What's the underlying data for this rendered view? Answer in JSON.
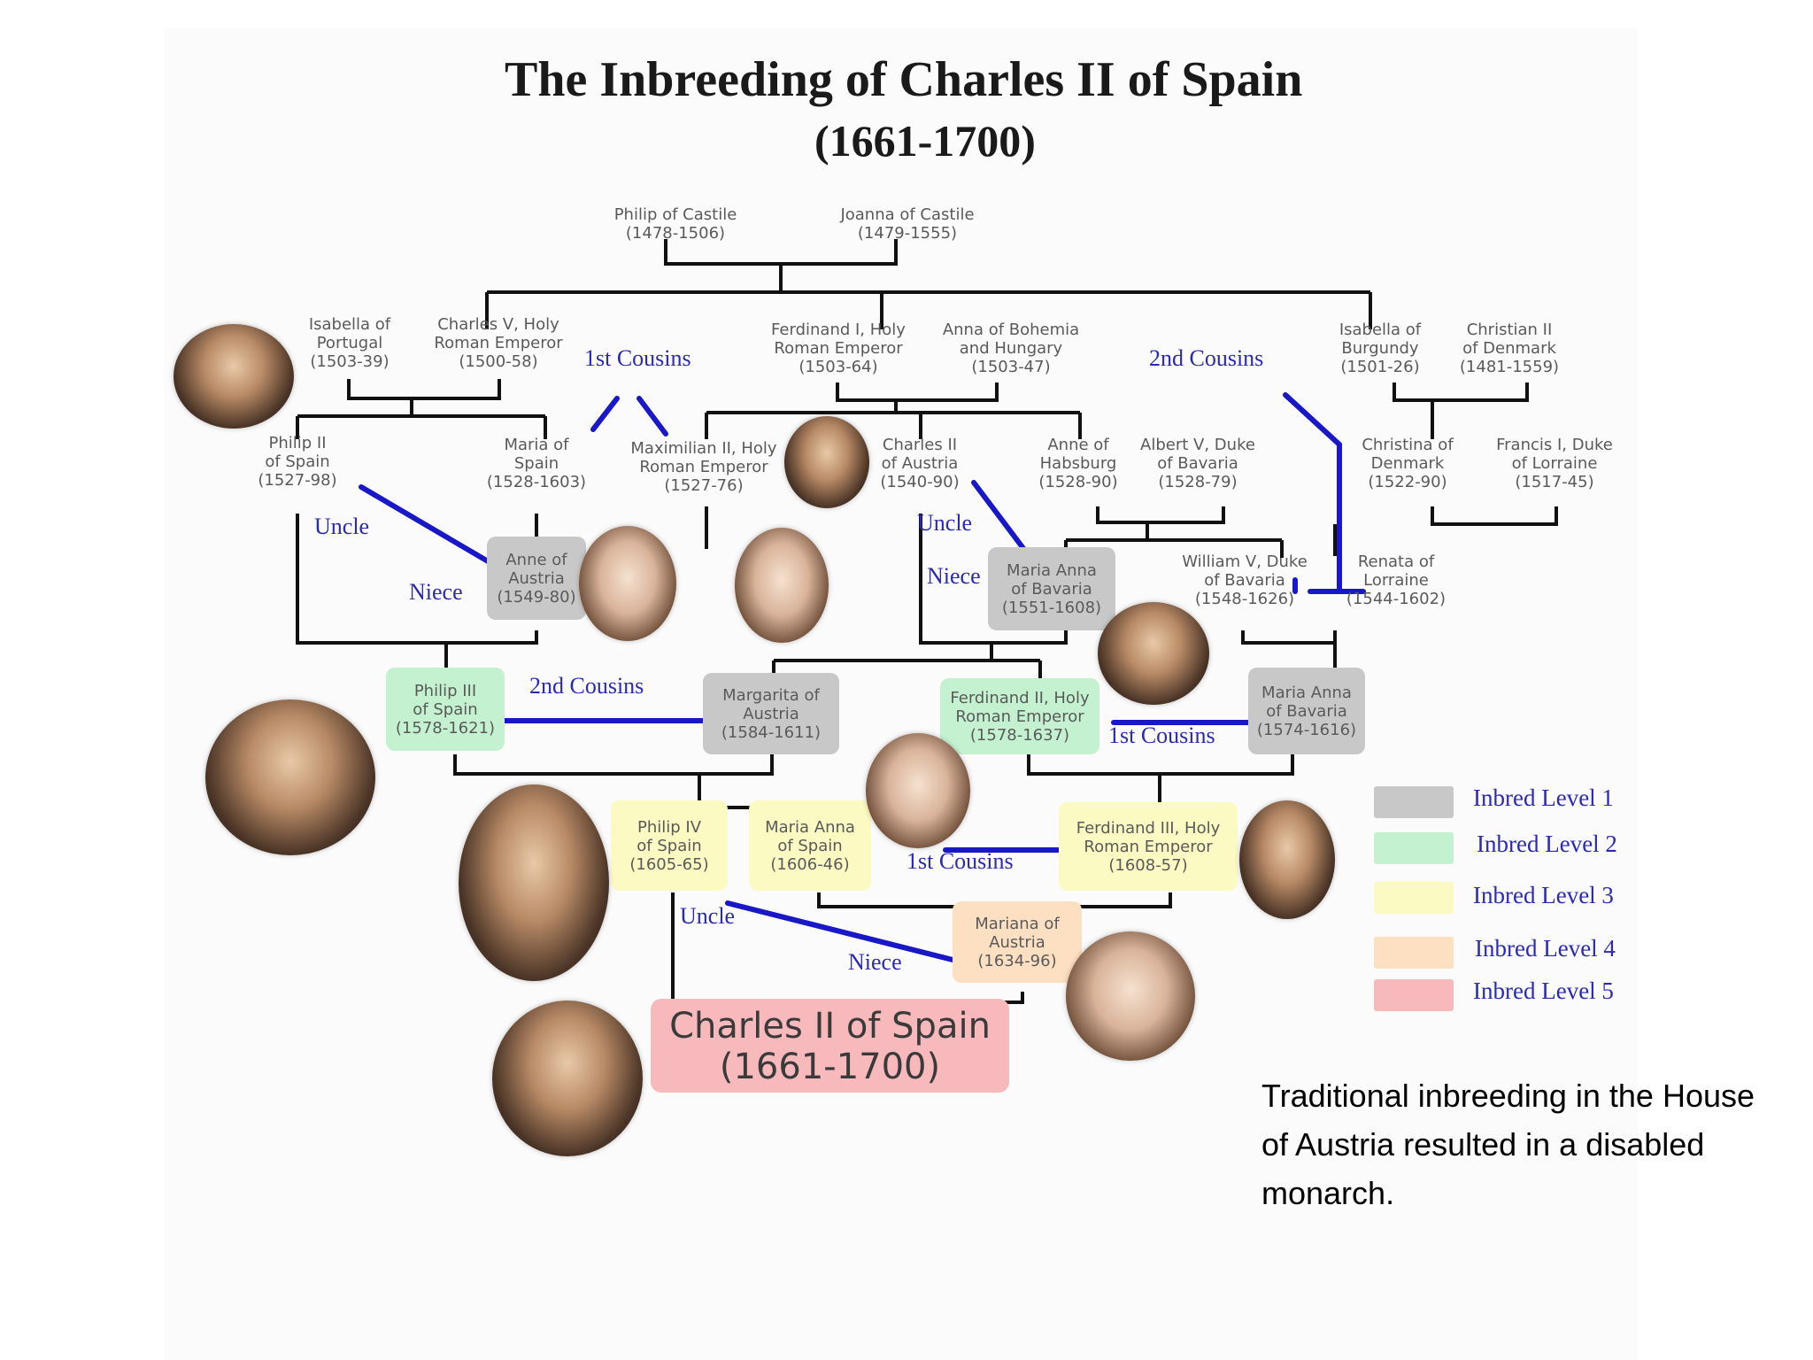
{
  "title": {
    "line1": "The Inbreeding of Charles II of Spain",
    "line2": "(1661-1700)"
  },
  "people": {
    "philip_castile": "Philip of Castile\n(1478-1506)",
    "joanna_castile": "Joanna of Castile\n(1479-1555)",
    "isabella_portugal": "Isabella of\nPortugal\n(1503-39)",
    "charles_v": "Charles V, Holy\nRoman Emperor\n(1500-58)",
    "ferdinand_i": "Ferdinand I, Holy\nRoman Emperor\n(1503-64)",
    "anna_bohemia": "Anna of Bohemia\nand Hungary\n(1503-47)",
    "isabella_burgundy": "Isabella of\nBurgundy\n(1501-26)",
    "christian_ii": "Christian II\nof Denmark\n(1481-1559)",
    "philip_ii": "Philip II\nof Spain\n(1527-98)",
    "maria_spain": "Maria of\nSpain\n(1528-1603)",
    "maximilian_ii": "Maximilian II, Holy\nRoman Emperor\n(1527-76)",
    "charles_ii_austria": "Charles II\nof Austria\n(1540-90)",
    "anne_habsburg": "Anne of\nHabsburg\n(1528-90)",
    "albert_v": "Albert V, Duke\nof Bavaria\n(1528-79)",
    "christina_denmark": "Christina of\nDenmark\n(1522-90)",
    "francis_i": "Francis I, Duke\nof Lorraine\n(1517-45)",
    "anne_austria": "Anne of\nAustria\n(1549-80)",
    "maria_anna_bavaria_1": "Maria Anna\nof Bavaria\n(1551-1608)",
    "william_v": "William V, Duke\nof Bavaria\n(1548-1626)",
    "renata_lorraine": "Renata of\nLorraine\n(1544-1602)",
    "philip_iii": "Philip III\nof Spain\n(1578-1621)",
    "margarita_austria": "Margarita of\nAustria\n(1584-1611)",
    "ferdinand_ii": "Ferdinand II, Holy\nRoman Emperor\n(1578-1637)",
    "maria_anna_bavaria_2": "Maria Anna\nof Bavaria\n(1574-1616)",
    "philip_iv": "Philip IV\nof Spain\n(1605-65)",
    "maria_anna_spain": "Maria Anna\nof Spain\n(1606-46)",
    "ferdinand_iii": "Ferdinand III, Holy\nRoman Emperor\n(1608-57)",
    "mariana_austria": "Mariana of\nAustria\n(1634-96)",
    "charles_ii_spain_name": "Charles II of Spain",
    "charles_ii_spain_dates": "(1661-1700)"
  },
  "relations": {
    "first_cousins_top": "1st Cousins",
    "second_cousins_top": "2nd Cousins",
    "uncle_left": "Uncle",
    "niece_left": "Niece",
    "uncle_mid": "Uncle",
    "niece_mid": "Niece",
    "second_cousins_mid": "2nd Cousins",
    "first_cousins_mid": "1st Cousins",
    "first_cousins_low": "1st Cousins",
    "uncle_low": "Uncle",
    "niece_low": "Niece"
  },
  "legend": [
    {
      "label": "Inbred Level 1",
      "color": "#c8c8c8"
    },
    {
      "label": "Inbred Level 2",
      "color": "#c4f2d0"
    },
    {
      "label": "Inbred Level 3",
      "color": "#fbfac2"
    },
    {
      "label": "Inbred Level 4",
      "color": "#fde0c2"
    },
    {
      "label": "Inbred Level 5",
      "color": "#f7b9bc"
    }
  ],
  "colors": {
    "relation_line": "#1818c8",
    "tree_line": "#111111",
    "relation_text": "#2a2ab4"
  },
  "caption": "Traditional inbreeding in the House of Austria resulted in a disabled monarch."
}
